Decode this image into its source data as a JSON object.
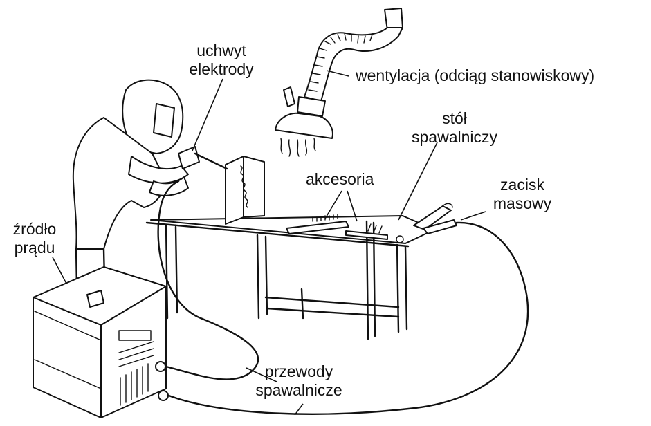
{
  "labels": {
    "electrode_holder_line1": "uchwyt",
    "electrode_holder_line2": "elektrody",
    "ventilation": "wentylacja (odciąg stanowiskowy)",
    "table_line1": "stół",
    "table_line2": "spawalniczy",
    "accessories": "akcesoria",
    "ground_clamp_line1": "zacisk",
    "ground_clamp_line2": "masowy",
    "power_source_line1": "źródło",
    "power_source_line2": "prądu",
    "cables_line1": "przewody",
    "cables_line2": "spawalnicze"
  }
}
